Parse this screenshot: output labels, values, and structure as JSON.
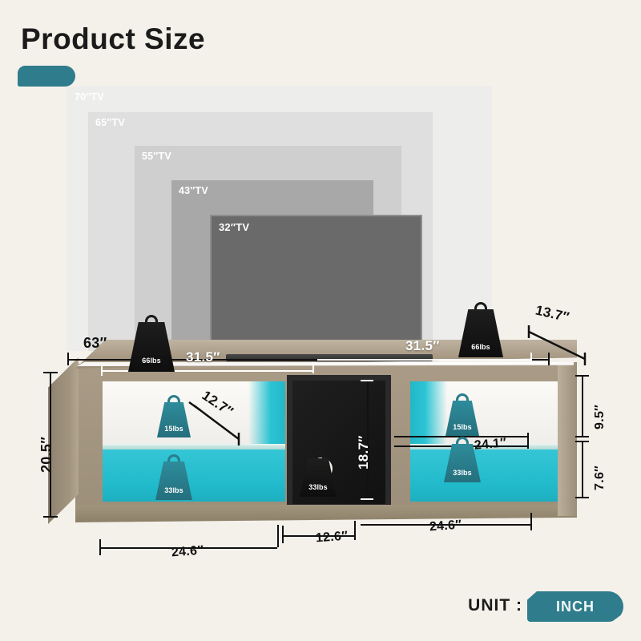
{
  "header": {
    "title": "Product Size"
  },
  "tv_compatibility": [
    {
      "id": "tv-70",
      "label": "70″TV"
    },
    {
      "id": "tv-65",
      "label": "65″TV"
    },
    {
      "id": "tv-55",
      "label": "55″TV"
    },
    {
      "id": "tv-43",
      "label": "43″TV"
    },
    {
      "id": "tv-32",
      "label": "32″TV"
    }
  ],
  "dimensions": {
    "overall_width": "63″",
    "top_left_half": "31.5″",
    "top_right_half": "31.5″",
    "depth": "13.7″",
    "overall_height": "20.5″",
    "upper_compartment_height": "9.5″",
    "lower_compartment_height": "7.6″",
    "shelf_depth_diagonal": "12.7″",
    "center_cabinet_height": "18.7″",
    "right_shelf_width": "24.1″",
    "bottom_left_section": "24.6″",
    "bottom_center_section": "12.6″",
    "bottom_right_section": "24.6″"
  },
  "weight_capacities": {
    "top_left": "66lbs",
    "top_right": "66lbs",
    "left_upper_shelf": "15lbs",
    "left_lower_shelf": "33lbs",
    "right_upper_shelf": "15lbs",
    "right_lower_shelf": "33lbs",
    "center_cabinet": "33lbs"
  },
  "footer": {
    "unit_label": "UNIT :",
    "unit_value": "INCH"
  },
  "colors": {
    "background": "#F4F1EB",
    "accent_teal": "#2E7C8C",
    "led_cyan": "#2BC4D4",
    "wood": "#A99B86",
    "cabinet_black": "#191919",
    "text": "#1B1B1B"
  }
}
